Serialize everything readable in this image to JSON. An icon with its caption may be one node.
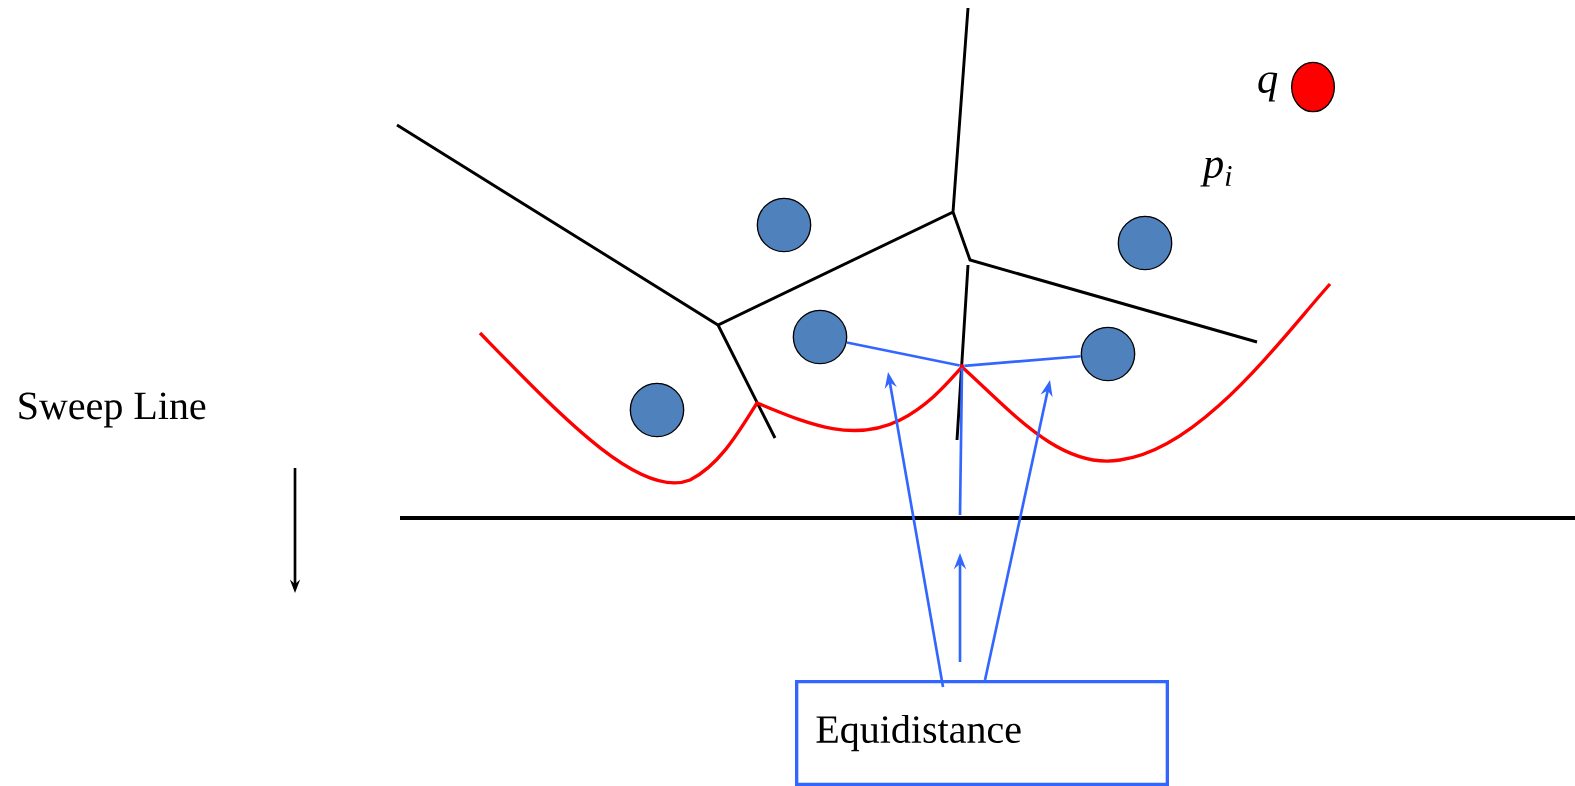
{
  "diagram": {
    "nodes": [
      {
        "text": [],
        "shape": "circle",
        "beside": [
          "q"
        ]
      },
      {
        "text": [],
        "shape": "circle"
      },
      {
        "text": [],
        "shape": "circle"
      },
      {
        "text": [],
        "shape": "circle"
      },
      {
        "text": [],
        "shape": "circle"
      },
      {
        "text": [],
        "shape": "circle"
      },
      {
        "text": [
          "Equidistance"
        ]
      },
      {
        "text": [],
        "shape": "point"
      }
    ],
    "edges": [
      {
        "from": 6,
        "to": null,
        "arrow": "to"
      },
      {
        "from": 6,
        "to": null,
        "arrow": "to"
      },
      {
        "from": 6,
        "to": null,
        "arrow": "to"
      },
      {
        "from": 3,
        "to": 7,
        "arrow": "none"
      },
      {
        "from": 7,
        "to": 4,
        "arrow": "none"
      }
    ],
    "labels": [
      "Sweep Line",
      "p$_{i}$"
    ]
  }
}
